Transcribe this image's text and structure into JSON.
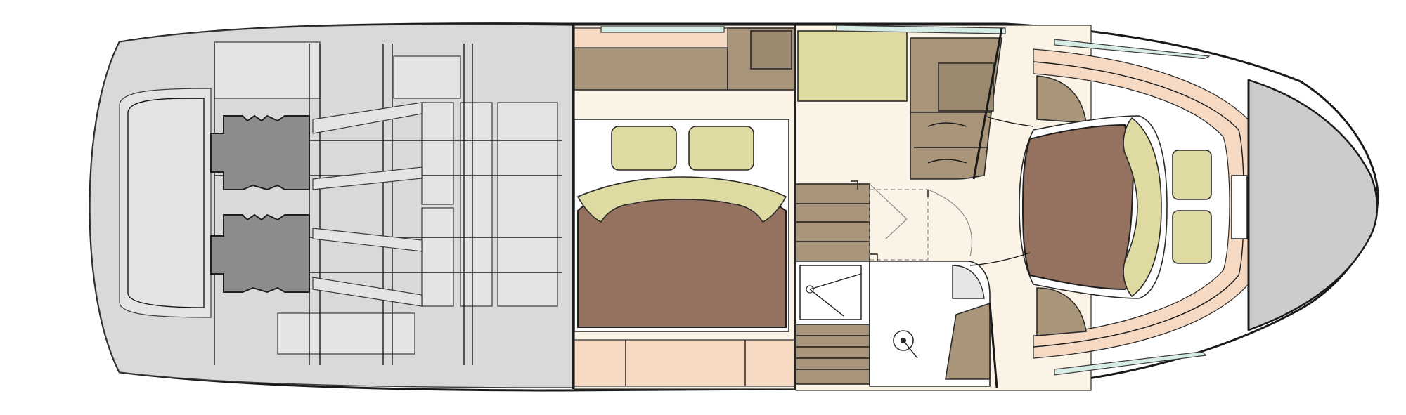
{
  "diagram": {
    "type": "boat-deck-plan",
    "view": "top-down",
    "zones": [
      "aft-deck",
      "master-cabin",
      "galley",
      "companionway-stairs",
      "shower",
      "toilet",
      "saloon",
      "vip-cabin",
      "anchor-locker"
    ]
  },
  "colors": {
    "hull_outline": "#1a1a1a",
    "deck_gray": "#d9d9d9",
    "engine_gray": "#8c8c8c",
    "wood": "#a8957a",
    "floor": "#fcf3e7",
    "peach": "#f5d9c3",
    "pillow": "#dedaa2",
    "bed": "#957260",
    "glass": "#d8ece6"
  }
}
